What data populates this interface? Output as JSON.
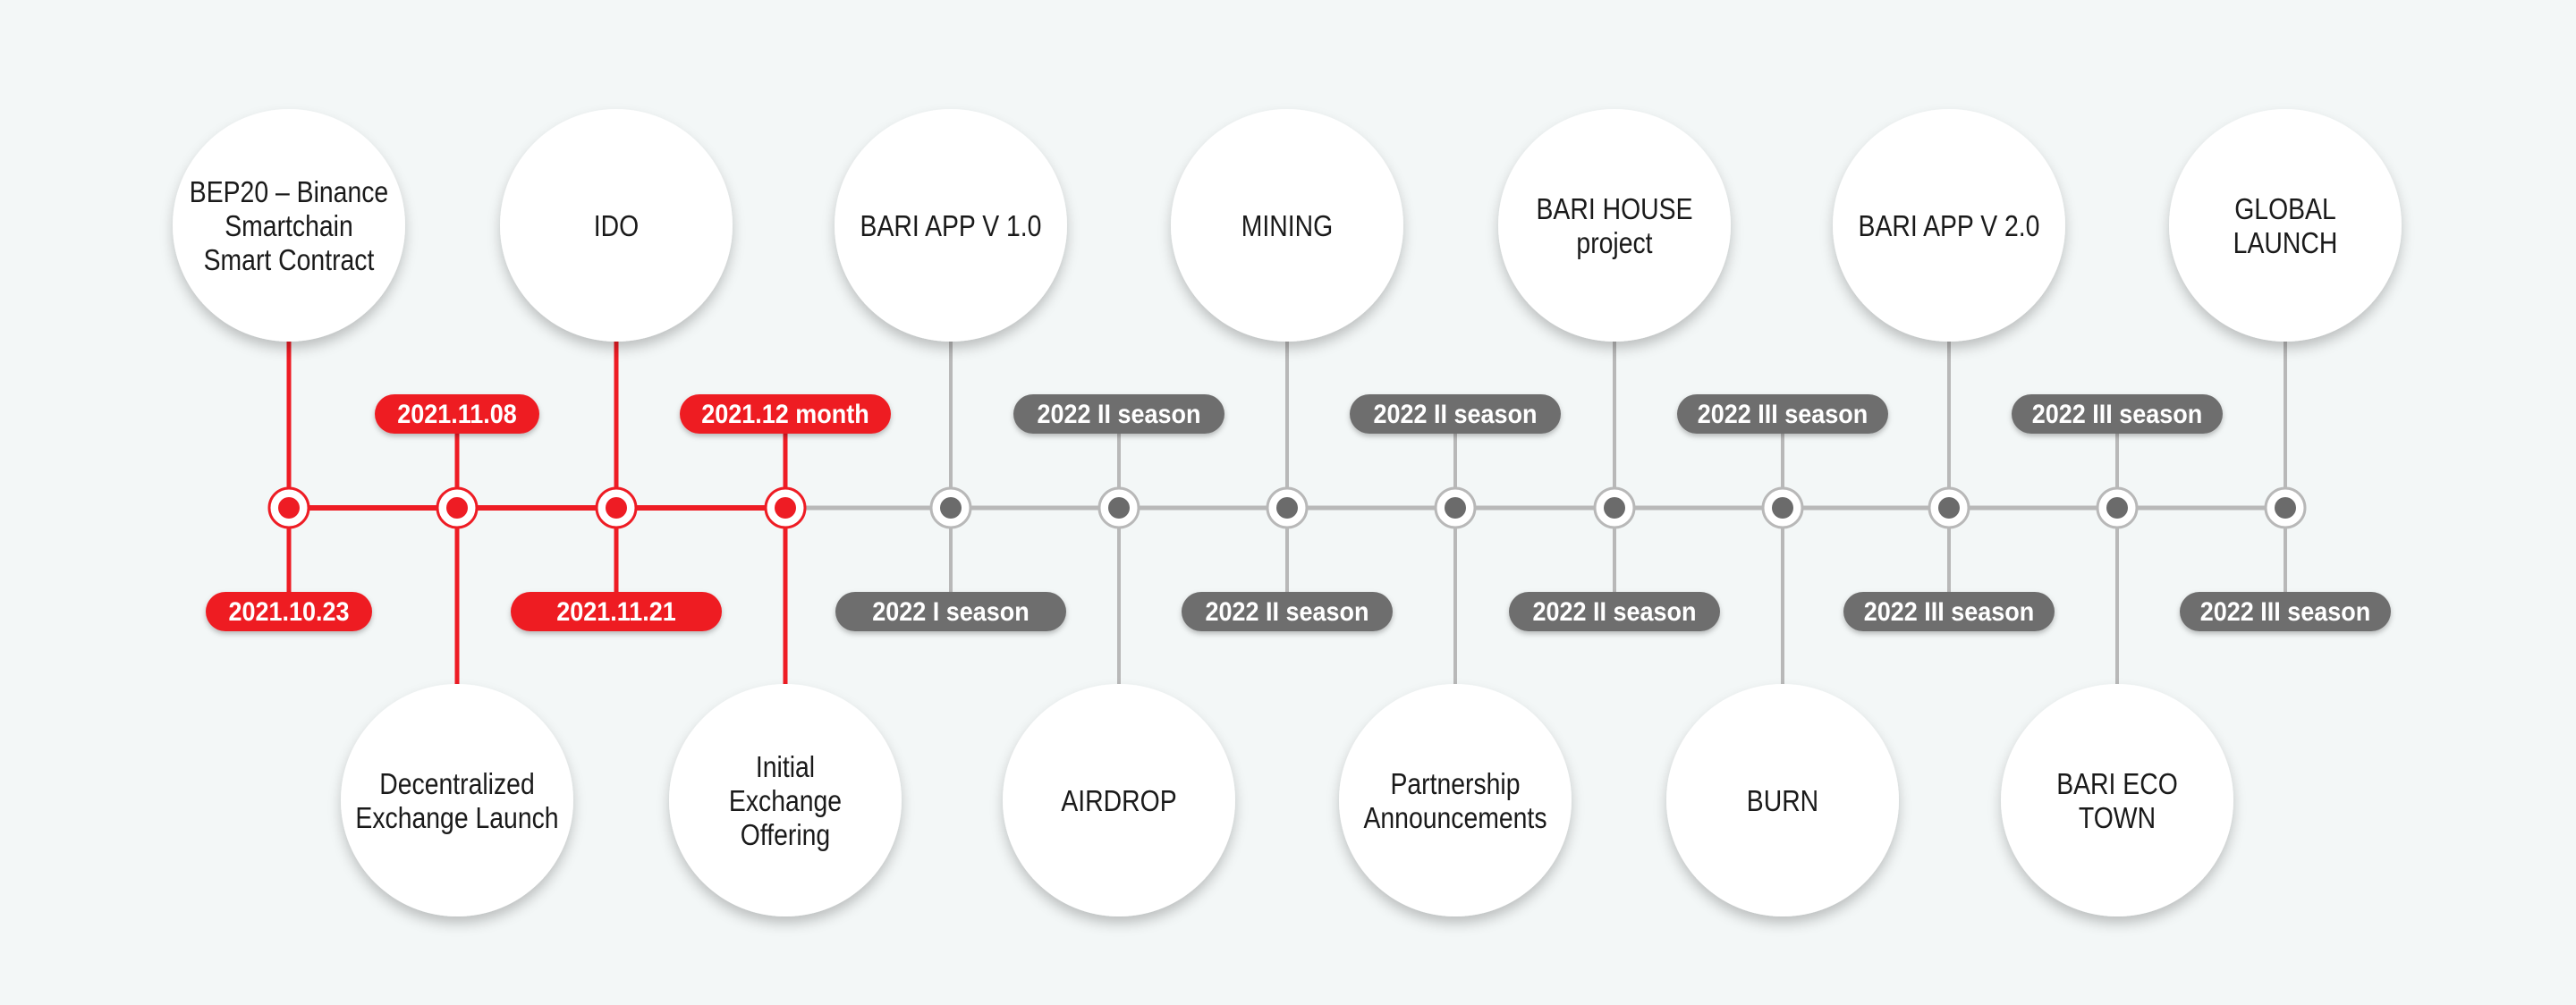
{
  "colors": {
    "active": "#ee1c24",
    "inactive": "#b8b8b8",
    "pill_inactive": "#6e6e6e",
    "background": "#f3f7f7"
  },
  "milestones": [
    {
      "id": "bep20",
      "status": "done",
      "side": "top",
      "lines": [
        "BEP20 – Binance",
        "Smartchain",
        "Smart Contract"
      ],
      "date": "2021.10.23",
      "date_side": "bottom"
    },
    {
      "id": "dex-launch",
      "status": "done",
      "side": "bottom",
      "lines": [
        "Decentralized",
        "Exchange Launch"
      ],
      "date": "2021.11.08",
      "date_side": "top"
    },
    {
      "id": "ido",
      "status": "done",
      "side": "top",
      "lines": [
        "IDO"
      ],
      "date": "2021.11.21",
      "date_side": "bottom"
    },
    {
      "id": "ieo",
      "status": "done",
      "side": "bottom",
      "lines": [
        "Initial",
        "Exchange",
        "Offering"
      ],
      "date": "2021.12 month",
      "date_side": "top"
    },
    {
      "id": "bari-app-v1",
      "status": "upcoming",
      "side": "top",
      "lines": [
        "BARI APP V 1.0"
      ],
      "date": "2022 I season",
      "date_side": "bottom"
    },
    {
      "id": "airdrop",
      "status": "upcoming",
      "side": "bottom",
      "lines": [
        "AIRDROP"
      ],
      "date": "2022 II season",
      "date_side": "top"
    },
    {
      "id": "mining",
      "status": "upcoming",
      "side": "top",
      "lines": [
        "MINING"
      ],
      "date": "2022 II season",
      "date_side": "bottom"
    },
    {
      "id": "partnership",
      "status": "upcoming",
      "side": "bottom",
      "lines": [
        "Partnership",
        "Announcements"
      ],
      "date": "2022 II season",
      "date_side": "top"
    },
    {
      "id": "bari-house",
      "status": "upcoming",
      "side": "top",
      "lines": [
        "BARI HOUSE",
        "project"
      ],
      "date": "2022 II season",
      "date_side": "bottom"
    },
    {
      "id": "burn",
      "status": "upcoming",
      "side": "bottom",
      "lines": [
        "BURN"
      ],
      "date": "2022 III season",
      "date_side": "top"
    },
    {
      "id": "bari-app-v2",
      "status": "upcoming",
      "side": "top",
      "lines": [
        "BARI APP V 2.0"
      ],
      "date": "2022 III season",
      "date_side": "bottom"
    },
    {
      "id": "bari-eco-town",
      "status": "upcoming",
      "side": "bottom",
      "lines": [
        "BARI  ECO",
        "TOWN"
      ],
      "date": "2022 III season",
      "date_side": "top"
    },
    {
      "id": "global-launch",
      "status": "upcoming",
      "side": "top",
      "lines": [
        "GLOBAL",
        "LAUNCH"
      ],
      "date": "2022 III season",
      "date_side": "bottom"
    }
  ]
}
